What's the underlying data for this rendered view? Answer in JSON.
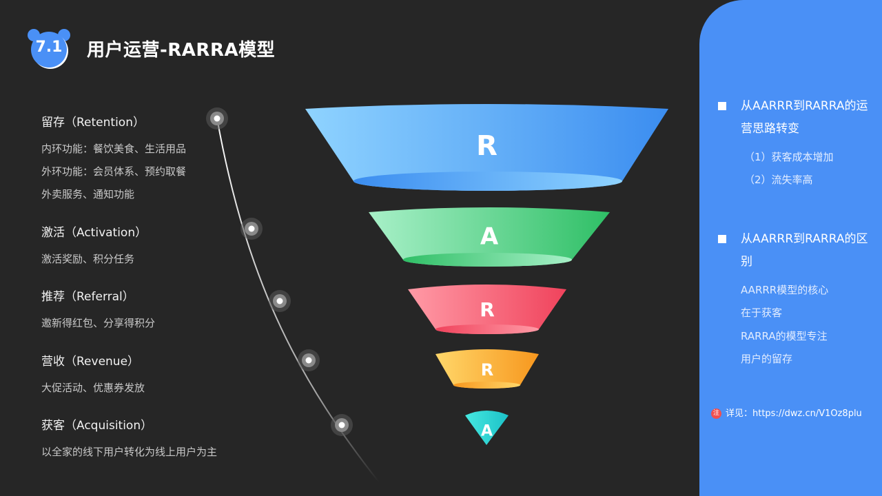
{
  "header": {
    "badge_text": "7.1",
    "title": "用户运营-RARRA模型"
  },
  "items": [
    {
      "title": "留存（Retention）",
      "lines": [
        "内环功能：餐饮美食、生活用品",
        "外环功能：会员体系、预约取餐",
        "外卖服务、通知功能"
      ]
    },
    {
      "title": "激活（Activation）",
      "lines": [
        "激活奖励、积分任务"
      ]
    },
    {
      "title": "推荐（Referral）",
      "lines": [
        "邀新得红包、分享得积分"
      ]
    },
    {
      "title": "营收（Revenue）",
      "lines": [
        "大促活动、优惠券发放"
      ]
    },
    {
      "title": "获客（Acquisition）",
      "lines": [
        "以全家的线下用户转化为线上用户为主"
      ]
    }
  ],
  "funnel": [
    {
      "letter": "R",
      "color_top": "#8fd3ff",
      "color_bottom": "#3b8df0"
    },
    {
      "letter": "A",
      "color_top": "#a8f0c8",
      "color_bottom": "#2fbf66"
    },
    {
      "letter": "R",
      "color_top": "#ff9aa6",
      "color_bottom": "#f0435c"
    },
    {
      "letter": "R",
      "color_top": "#ffd76a",
      "color_bottom": "#f7971e"
    },
    {
      "letter": "A",
      "color_top": "#46e8e0",
      "color_bottom": "#1cc2c8"
    }
  ],
  "panel": {
    "accent": "#4a90f6",
    "section1": {
      "heading": "从AARRR到RARRA的运营思路转变",
      "lines": [
        "（1）获客成本增加",
        "（2）流失率高"
      ]
    },
    "section2": {
      "heading": "从AARRR到RARRA的区别",
      "lines": [
        "AARRR模型的核心",
        "在于获客",
        "RARRA的模型专注",
        "用户的留存"
      ]
    },
    "note": {
      "icon": "注",
      "text": "详见：https://dwz.cn/V1Oz8plu"
    }
  }
}
